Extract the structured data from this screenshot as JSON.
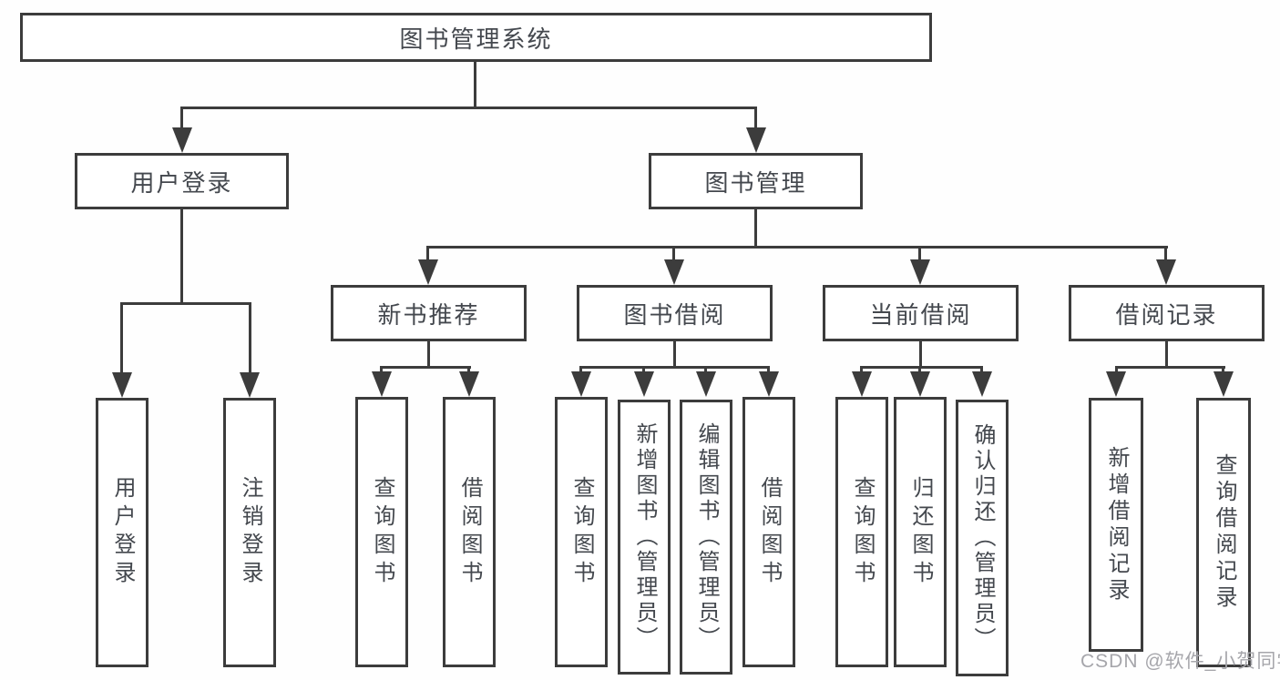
{
  "tree": {
    "root": {
      "label": "图书管理系统"
    },
    "branches": [
      {
        "label": "用户登录",
        "children": [
          {
            "label": "用户登录"
          },
          {
            "label": "注销登录"
          }
        ]
      },
      {
        "label": "图书管理",
        "children": [
          {
            "label": "新书推荐",
            "children": [
              {
                "label": "查询图书"
              },
              {
                "label": "借阅图书"
              }
            ]
          },
          {
            "label": "图书借阅",
            "children": [
              {
                "label": "查询图书"
              },
              {
                "label": "新增图书（管理员）"
              },
              {
                "label": "编辑图书（管理员）"
              },
              {
                "label": "借阅图书"
              }
            ]
          },
          {
            "label": "当前借阅",
            "children": [
              {
                "label": "查询图书"
              },
              {
                "label": "归还图书"
              },
              {
                "label": "确认归还（管理员）"
              }
            ]
          },
          {
            "label": "借阅记录",
            "children": [
              {
                "label": "新增借阅记录"
              },
              {
                "label": "查询借阅记录"
              }
            ]
          }
        ]
      }
    ]
  },
  "watermark": {
    "text": "CSDN @软件_小贺同学"
  },
  "colors": {
    "line": "#3c3c3c",
    "box_border": "#3c3c3c",
    "text": "#44484e",
    "watermark": "#a6a6ab",
    "background": "#ffffff"
  }
}
